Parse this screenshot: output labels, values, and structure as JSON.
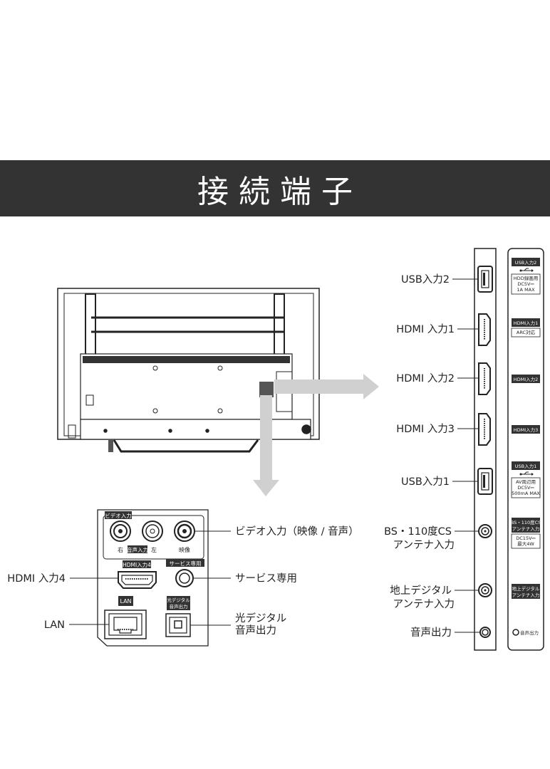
{
  "title": "接続端子",
  "colors": {
    "banner": "#333333",
    "arrow": "#d0d0d0",
    "line": "#222222"
  },
  "side_panel": {
    "callouts": [
      {
        "key": "usb2",
        "label": [
          "USB入力2"
        ]
      },
      {
        "key": "hdmi1",
        "label": [
          "HDMI 入力1"
        ]
      },
      {
        "key": "hdmi2",
        "label": [
          "HDMI 入力2"
        ]
      },
      {
        "key": "hdmi3",
        "label": [
          "HDMI 入力3"
        ]
      },
      {
        "key": "usb1",
        "label": [
          "USB入力1"
        ]
      },
      {
        "key": "bs",
        "label": [
          "BS・110度CS",
          "アンテナ入力"
        ]
      },
      {
        "key": "terr",
        "label": [
          "地上デジタル",
          "アンテナ入力"
        ]
      },
      {
        "key": "audio",
        "label": [
          "音声出力"
        ]
      }
    ],
    "badges": {
      "usb2": {
        "title": "USB入力2",
        "lines": [
          "HDD録画用",
          "DC5V⎓",
          "1A MAX"
        ]
      },
      "hdmi1": {
        "title": "HDMI入力1",
        "lines": [
          "ARC対応"
        ]
      },
      "hdmi2": {
        "title": "HDMI入力2",
        "lines": []
      },
      "hdmi3": {
        "title": "HDMI入力3",
        "lines": []
      },
      "usb1": {
        "title": "USB入力1",
        "lines": [
          "AV周辺用",
          "DC5V⎓",
          "500mA MAX"
        ]
      },
      "bs": {
        "title": [
          "BS・110度CS",
          "アンテナ入力"
        ],
        "lines": [
          "DC15V⎓",
          "最大4W"
        ]
      },
      "terr": {
        "title": [
          "地上デジタル",
          "アンテナ入力"
        ],
        "lines": []
      },
      "audio": {
        "title": "音声出力",
        "lines": []
      }
    }
  },
  "bottom_panel": {
    "video_in_tag": "ビデオ入力",
    "right_label": "右",
    "audio_in_tag": "音声入力",
    "left_label": "左",
    "video_label": "映像",
    "hdmi4_tag": "HDMI入力4",
    "service_tag": "サービス専用",
    "lan_tag": "LAN",
    "optical_tag": [
      "光デジタル",
      "音声出力"
    ],
    "callouts": {
      "video_in": "ビデオ入力（映像 / 音声）",
      "service": "サービス専用",
      "optical": [
        "光デジタル",
        "音声出力"
      ],
      "hdmi4": "HDMI 入力4",
      "lan": "LAN"
    }
  }
}
